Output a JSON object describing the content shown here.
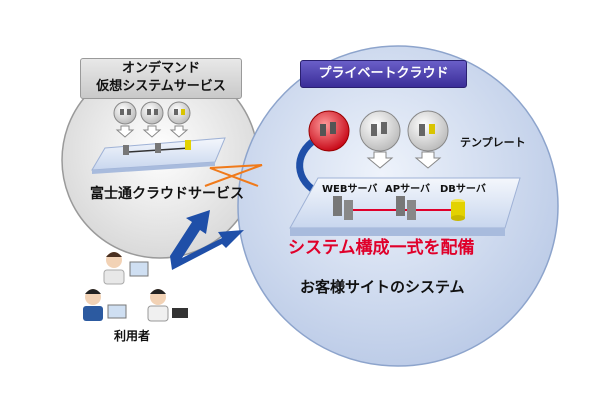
{
  "left_box": {
    "line1": "オンデマンド",
    "line2": "仮想システムサービス"
  },
  "left_service_label": "富士通クラウドサービス",
  "private_cloud_label": "プライベートクラウド",
  "template_label": "テンプレート",
  "server_labels": {
    "web": "WEBサーバ",
    "ap": "APサーバ",
    "db": "DBサーバ"
  },
  "deploy_text": "システム構成一式を配備",
  "customer_system_label": "お客様サイトのシステム",
  "users_label": "利用者",
  "colors": {
    "deploy_red": "#e0002a",
    "arrow_blue": "#1f4fa8",
    "link_orange": "#f07a1a",
    "cloud_purple": "#4a3aa8"
  }
}
